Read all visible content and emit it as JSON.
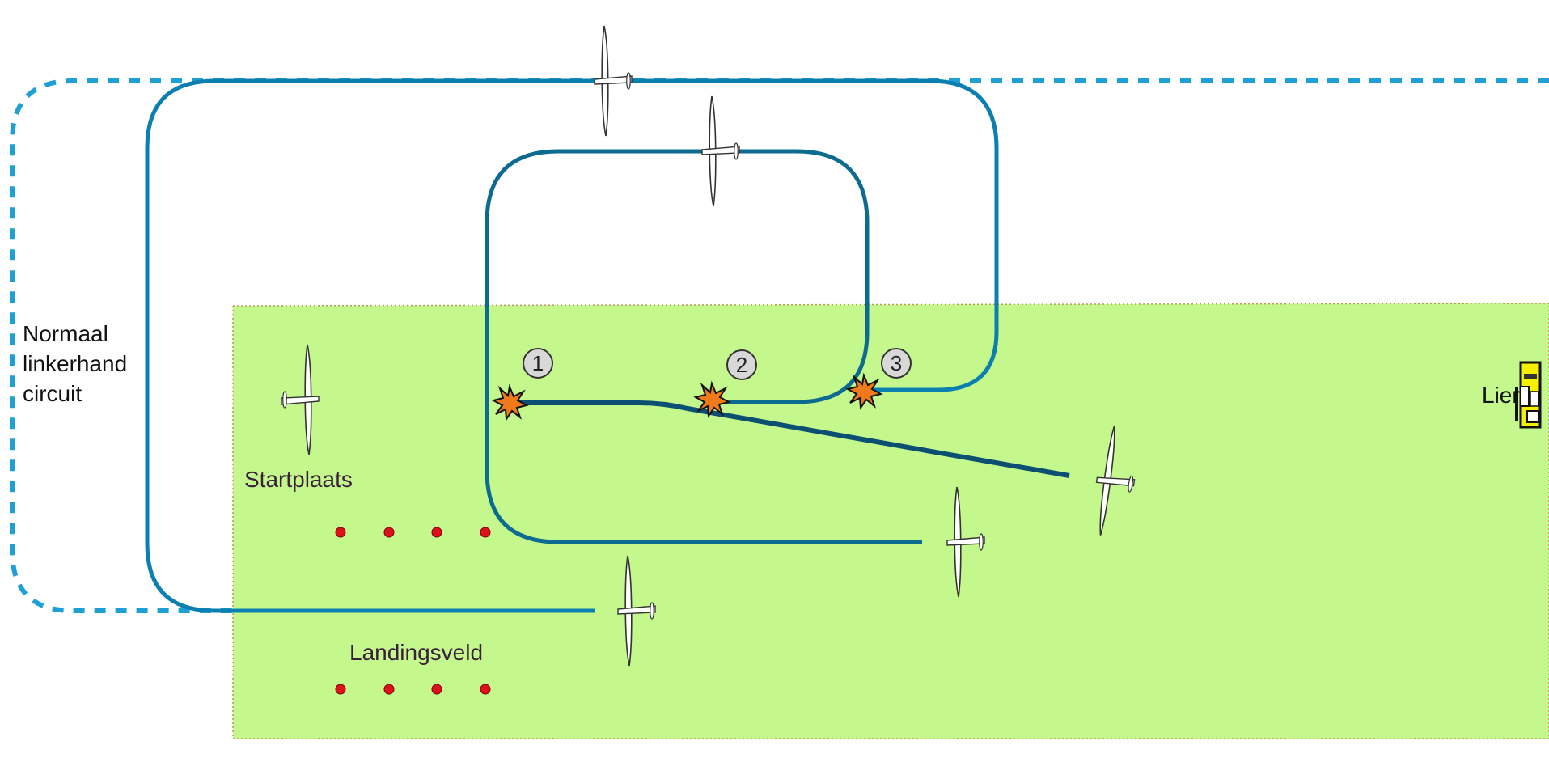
{
  "labels": {
    "circuit_line1": "Normaal",
    "circuit_line2": "linkerhand",
    "circuit_line3": "circuit",
    "start_place": "Startplaats",
    "landing_field": "Landingsveld",
    "winch": "Lier"
  },
  "markers": [
    {
      "id": "1",
      "label": "1"
    },
    {
      "id": "2",
      "label": "2"
    },
    {
      "id": "3",
      "label": "3"
    }
  ],
  "colors": {
    "field": "#c4f88c",
    "route_outer": "#0a7fb0",
    "route_inner": "#0d6b8f",
    "dashed": "#1e9fd6",
    "dots": "#e0101a",
    "burst_fill": "#f07a1a",
    "winch_body": "#f5f000"
  },
  "icons": {
    "glider": "glider-icon",
    "burst": "cable-break-icon",
    "winch": "winch-icon"
  }
}
